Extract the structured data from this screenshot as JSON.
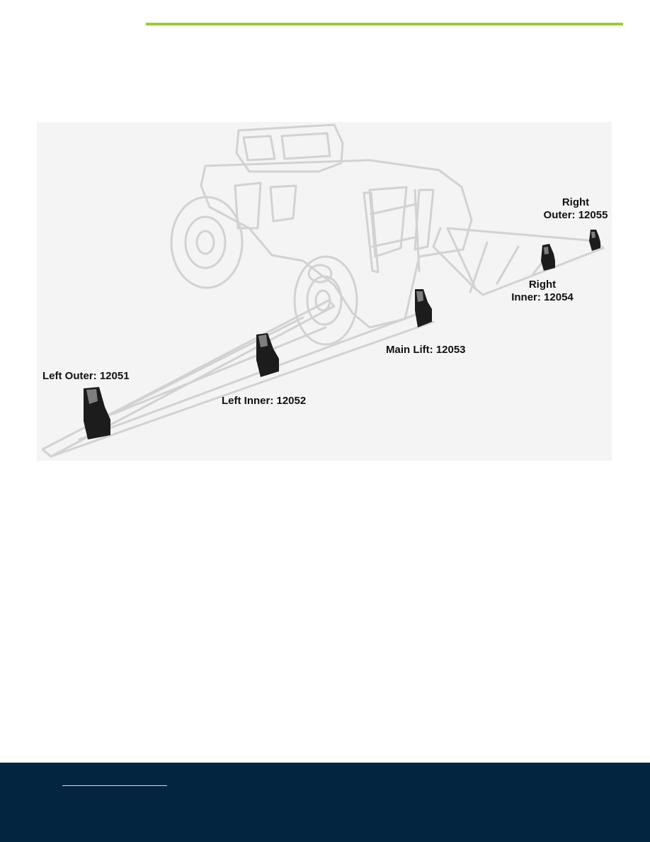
{
  "colors": {
    "accent_rule": "#9acd32",
    "footer_bg": "#04253f",
    "outline": "#d2d2d2",
    "figure_bg": "#f4f4f4",
    "part_fill": "#1c1c1c"
  },
  "figure": {
    "callouts": {
      "left_outer": "Left Outer: 12051",
      "left_inner": "Left Inner: 12052",
      "main_lift": "Main Lift: 12053",
      "right_inner_line1": "Right",
      "right_inner_line2": "Inner: 12054",
      "right_outer_line1": "Right",
      "right_outer_line2": "Outer: 12055"
    },
    "icons": [
      "tractor-sprayer-outline-icon",
      "wear-part-icon"
    ]
  },
  "footer": {
    "link_text": ""
  }
}
